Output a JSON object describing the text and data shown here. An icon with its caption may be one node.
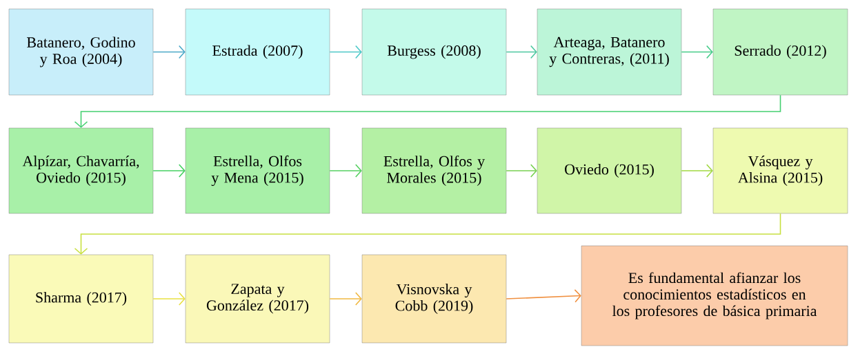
{
  "diagram": {
    "nodes": [
      {
        "text": [
          "Batanero, Godino y Roa (2004)"
        ]
      },
      {
        "text": [
          "Estrada (2007)"
        ]
      },
      {
        "text": [
          "Burgess (2008)"
        ]
      },
      {
        "text": [
          "Arteaga, Batanero y Contreras, (2011)"
        ]
      },
      {
        "text": [
          "Serrado (2012)"
        ]
      },
      {
        "text": [
          "Alpízar, Chavarría, Oviedo (2015)"
        ]
      },
      {
        "text": [
          "Estrella, Olfos y Mena (2015)"
        ]
      },
      {
        "text": [
          "Estrella, Olfos y Morales (2015)"
        ]
      },
      {
        "text": [
          "Oviedo (2015)"
        ]
      },
      {
        "text": [
          "Vásquez y Alsina (2015)"
        ]
      },
      {
        "text": [
          "Sharma (2017)"
        ]
      },
      {
        "text": [
          "Zapata y González (2017)"
        ]
      },
      {
        "text": [
          "Visnovska y Cobb (2019)"
        ]
      },
      {
        "text": [
          "Es fundamental afianzar los conocimientos estadísticos en los profesores de básica primaria"
        ]
      }
    ],
    "edges": [
      {
        "from": 0,
        "to": 1,
        "arrow": "to",
        "color": "#4aa8c8"
      },
      {
        "from": 1,
        "to": 2,
        "arrow": "to",
        "color": "#4cc8c8"
      },
      {
        "from": 2,
        "to": 3,
        "arrow": "to",
        "color": "#4cc8a0"
      },
      {
        "from": 3,
        "to": 4,
        "arrow": "to",
        "color": "#44cc88"
      },
      {
        "from": 4,
        "to": 5,
        "arrow": "to",
        "color": "#44d070"
      },
      {
        "from": 5,
        "to": 6,
        "arrow": "to",
        "color": "#44d060"
      },
      {
        "from": 6,
        "to": 7,
        "arrow": "to",
        "color": "#55d060"
      },
      {
        "from": 7,
        "to": 8,
        "arrow": "to",
        "color": "#77d050"
      },
      {
        "from": 8,
        "to": 9,
        "arrow": "to",
        "color": "#a0d840"
      },
      {
        "from": 9,
        "to": 10,
        "arrow": "to",
        "color": "#c8e040"
      },
      {
        "from": 10,
        "to": 11,
        "arrow": "to",
        "color": "#e8e040"
      },
      {
        "from": 11,
        "to": 12,
        "arrow": "to",
        "color": "#f0b840"
      },
      {
        "from": 12,
        "to": 13,
        "arrow": "to",
        "color": "#f09040"
      }
    ]
  }
}
